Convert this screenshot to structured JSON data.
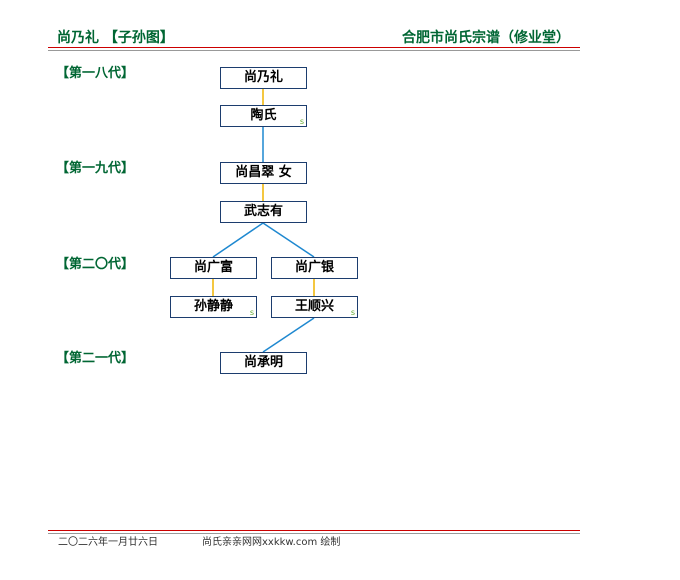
{
  "header": {
    "title_left": "尚乃礼 【子孙图】",
    "title_right": "合肥市尚氏宗谱（修业堂）"
  },
  "generations": [
    "【第一八代】",
    "【第一九代】",
    "【第二〇代】",
    "【第二一代】"
  ],
  "people": {
    "shang_naili": "尚乃礼",
    "tao_shi": "陶氏",
    "shang_changcui": "尚昌翠 女",
    "wu_zhiyou": "武志有",
    "shang_guangfu": "尚广富",
    "shang_guangyin": "尚广银",
    "sun_jingjing": "孙静静",
    "wang_shunxing": "王顺兴",
    "shang_chengming": "尚承明"
  },
  "spouse_marker": "s",
  "footer": {
    "date": "二〇二六年一月廿六日",
    "credit": "尚氏亲亲网网xxkkw.com 绘制"
  },
  "colors": {
    "title": "#006633",
    "spouse_link": "#f0b400",
    "descent_link": "#1e88d0",
    "node_border": "#1c3d6e",
    "rule_red": "#cc0000"
  }
}
